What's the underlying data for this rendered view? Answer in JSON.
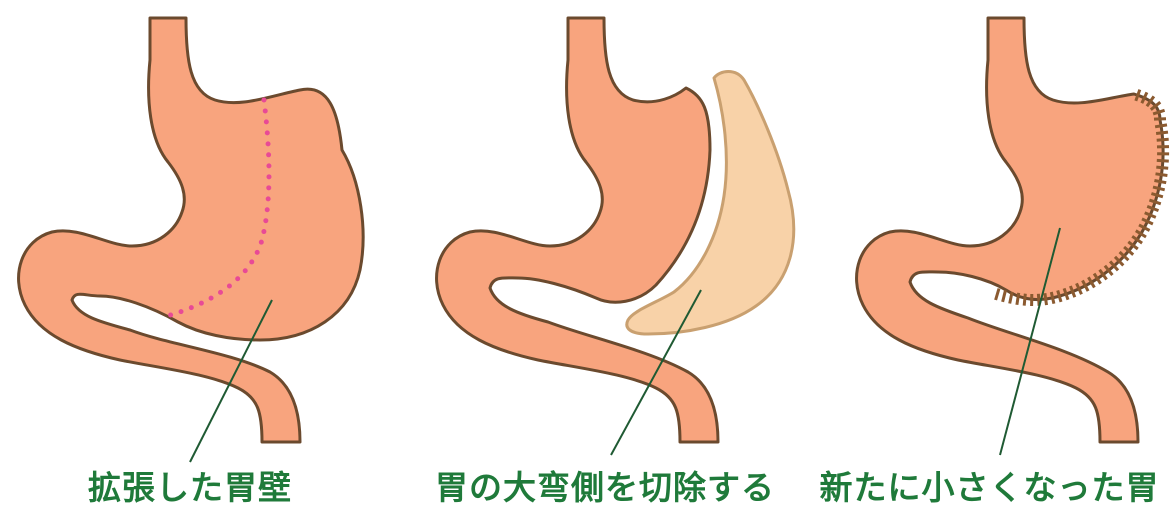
{
  "colors": {
    "stomach_fill": "#F8A47E",
    "stomach_outline": "#6B4A2E",
    "removed_fill": "#F8D2A8",
    "removed_outline": "#C9A070",
    "cut_line": "#E84A96",
    "pointer_line": "#1F5A33",
    "caption_text": "#1F7A3A",
    "background": "#FFFFFF"
  },
  "panels": [
    {
      "caption": "拡張した胃壁",
      "illustration": "stomach-with-dotted-cut-line"
    },
    {
      "caption": "胃の大弯側を切除する",
      "illustration": "stomach-with-greater-curvature-removed"
    },
    {
      "caption": "新たに小さくなった胃",
      "illustration": "stomach-sleeve-with-staple-line"
    }
  ]
}
